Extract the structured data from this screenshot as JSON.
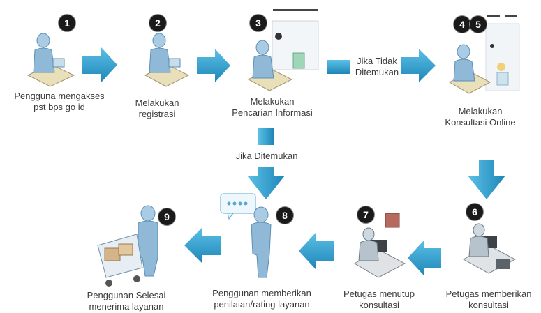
{
  "steps": [
    {
      "number": "1",
      "label_lines": [
        "Pengguna mengakses",
        "pst bps go id"
      ]
    },
    {
      "number": "2",
      "label_lines": [
        "Melakukan",
        "registrasi"
      ]
    },
    {
      "number": "3",
      "label_lines": [
        "Melakukan",
        "Pencarian Informasi"
      ]
    },
    {
      "number": "4",
      "label_lines": [
        "Melakukan",
        "Konsultasi Online"
      ]
    },
    {
      "number": "5",
      "label_lines": []
    },
    {
      "number": "6",
      "label_lines": [
        "Petugas memberikan",
        "konsultasi"
      ]
    },
    {
      "number": "7",
      "label_lines": [
        "Petugas menutup",
        "konsultasi"
      ]
    },
    {
      "number": "8",
      "label_lines": [
        "Penggunan memberikan",
        "penilaian/rating layanan"
      ]
    },
    {
      "number": "9",
      "label_lines": [
        "Penggunan Selesai",
        "menerima layanan"
      ]
    }
  ],
  "conditions": {
    "not_found_lines": [
      "Jika Tidak",
      "Ditemukan"
    ],
    "found": "Jika Ditemukan"
  },
  "colors": {
    "arrow": "#2d9bc8",
    "arrow_dark": "#1c7fae",
    "figure": "#8fb9d6",
    "figure_dark": "#5b8fb5",
    "badge": "#1a1a1a"
  }
}
